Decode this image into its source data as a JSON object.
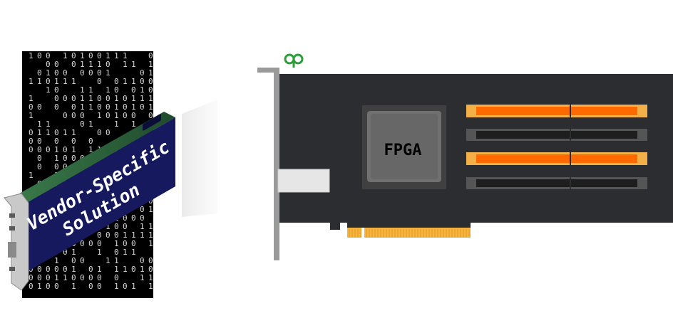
{
  "left_card": {
    "label_line1": "Vendor-Specific",
    "label_line2": "Solution",
    "label_color": "#ffffff",
    "card_color": "#16195e",
    "backdrop": "binary-digit matrix",
    "backdrop_color": "#000000",
    "digits_color": "#d8d8d8"
  },
  "right_card": {
    "chip_label": "FPGA",
    "pcb_color": "#2b2d31",
    "chip_color": "#707070",
    "bracket_color": "#9a9a9a",
    "gold_finger_color": "#f5b342",
    "slot_colors": [
      "#ff6a00",
      "#1e1e1e",
      "#ff6a00",
      "#1e1e1e"
    ],
    "logo_icon": "green-vendor-logo-icon",
    "logo_color": "#2e9e3a"
  },
  "connector": "light grey fading band"
}
